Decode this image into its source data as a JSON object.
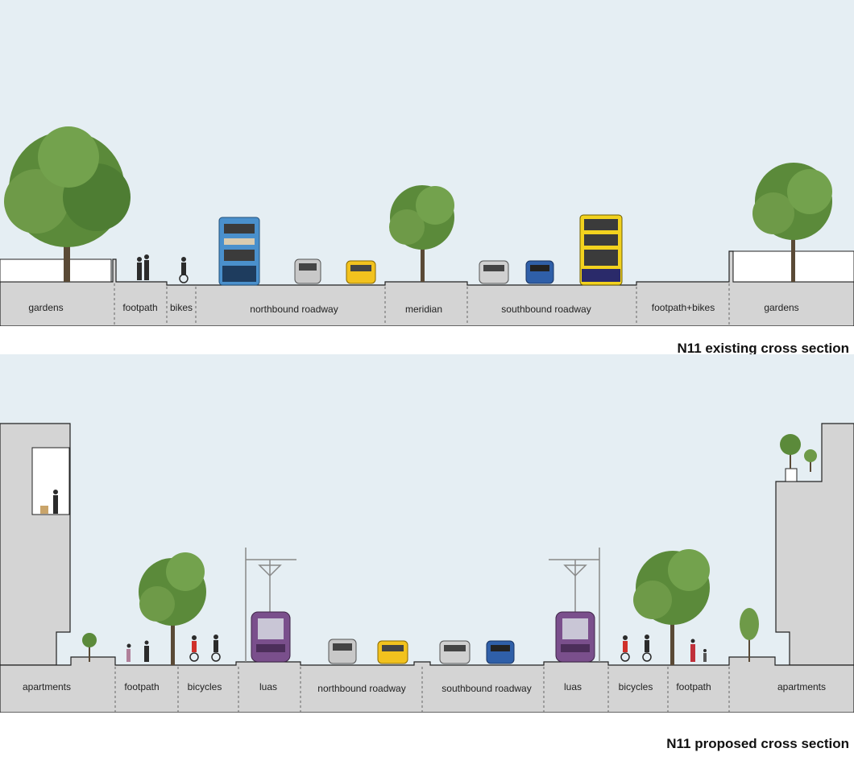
{
  "existing": {
    "caption": "N11 existing cross section",
    "segments": [
      "gardens",
      "footpath",
      "bikes",
      "northbound roadway",
      "meridian",
      "southbound roadway",
      "footpath+bikes",
      "gardens"
    ]
  },
  "proposed": {
    "caption": "N11 proposed cross section",
    "segments": [
      "apartments",
      "footpath",
      "bicycles",
      "luas",
      "northbound roadway",
      "southbound roadway",
      "luas",
      "bicycles",
      "footpath",
      "apartments"
    ]
  },
  "colors": {
    "sky": "#e5eef3",
    "ground": "#d4d4d4",
    "bus_blue": "#4a90cc",
    "bus_yellow": "#f2d21e",
    "tram_purple": "#7a4f8c",
    "tree_green": "#5b8a3a"
  },
  "icons": [
    "tree",
    "double-decker-bus",
    "car",
    "tram",
    "pedestrian",
    "cyclist",
    "overhead-catenary-pole"
  ]
}
